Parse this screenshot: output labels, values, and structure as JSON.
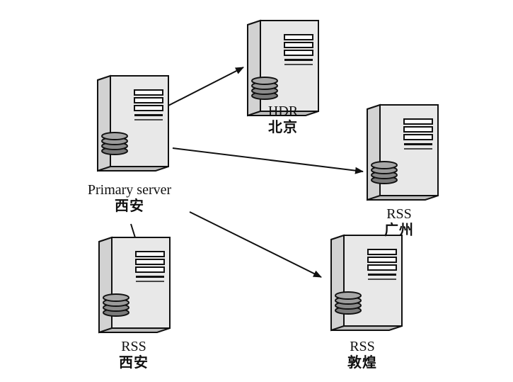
{
  "nodes": {
    "primary": {
      "role": "Primary server",
      "city": "西安"
    },
    "hdr": {
      "role": "HDR",
      "city": "北京"
    },
    "rss_guangzhou": {
      "role": "RSS",
      "city": "广州"
    },
    "rss_xian": {
      "role": "RSS",
      "city": "西安"
    },
    "rss_dunhuang": {
      "role": "RSS",
      "city": "敦煌"
    }
  },
  "colors": {
    "stroke": "#111111",
    "server_front": "#e8e8e8",
    "server_side": "#bdbdbd",
    "disk": "#7a7a7a"
  },
  "icon": "server-tower-icon"
}
